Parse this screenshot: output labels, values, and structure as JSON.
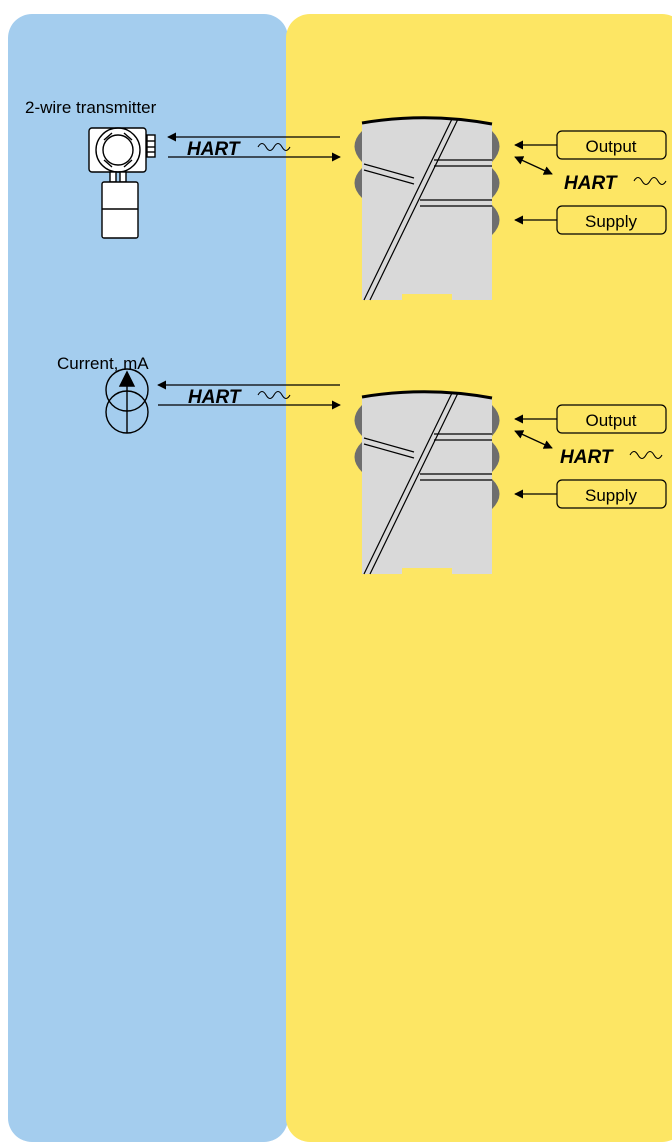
{
  "zones": {
    "left_color": "#a4cdee",
    "right_color": "#fde664"
  },
  "colors": {
    "module_body": "#d9d9d9",
    "terminal": "#6e6e6e",
    "line": "#000000"
  },
  "sections": [
    {
      "device_label": "2-wire transmitter",
      "device_icon": "transmitter-icon",
      "hart_left": "HART",
      "hart_right": "HART",
      "output_label": "Output",
      "supply_label": "Supply"
    },
    {
      "device_label": "Current, mA",
      "device_icon": "current-source-icon",
      "hart_left": "HART",
      "hart_right": "HART",
      "output_label": "Output",
      "supply_label": "Supply"
    }
  ]
}
